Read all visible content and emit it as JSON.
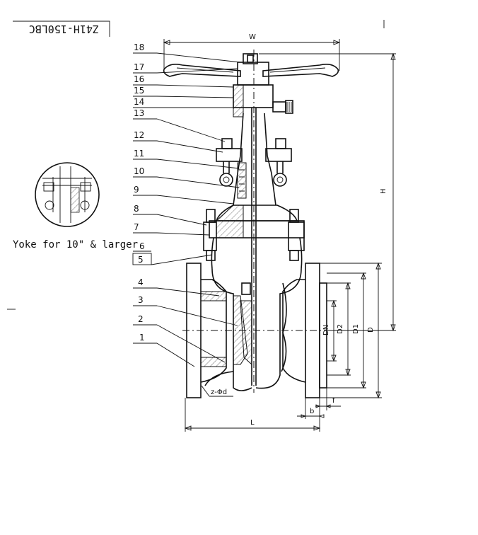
{
  "model_code": "Z41H-150LBC",
  "callouts": [
    "1",
    "2",
    "3",
    "4",
    "5",
    "6",
    "7",
    "8",
    "9",
    "10",
    "11",
    "12",
    "13",
    "14",
    "15",
    "16",
    "17",
    "18"
  ],
  "detail_caption": "Yoke for 10\" & larger",
  "dimensions": {
    "W": "W",
    "H": "H",
    "L": "L",
    "D": "D",
    "D1": "D1",
    "D2": "D2",
    "DN": "DN",
    "b": "b",
    "f": "f",
    "z_phi_d": "z-Φd"
  }
}
